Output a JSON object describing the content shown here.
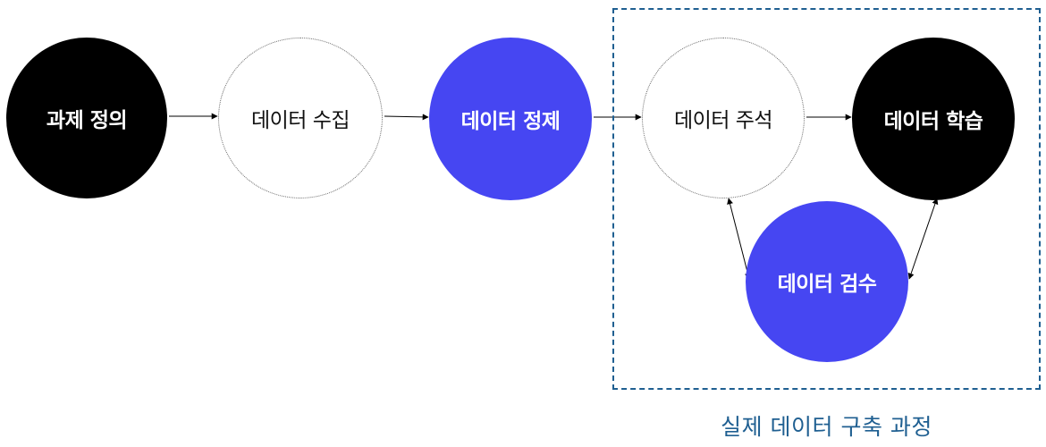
{
  "nodes": {
    "define": "과제 정의",
    "collect": "데이터 수집",
    "clean": "데이터 정제",
    "annotate": "데이터 주석",
    "train": "데이터 학습",
    "review": "데이터 검수"
  },
  "region": {
    "caption": "실제 데이터 구축 과정"
  },
  "colors": {
    "black_node": "#000000",
    "blue_node": "#4646f2",
    "region_border": "#1f5f91"
  }
}
